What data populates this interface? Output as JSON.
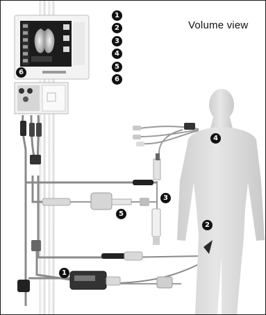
{
  "title": "Volume view",
  "legend_numbers": [
    "1",
    "2",
    "3",
    "4",
    "5",
    "6"
  ],
  "callouts": {
    "c1": "1",
    "c2": "2",
    "c3": "3",
    "c4": "4",
    "c5": "5",
    "c6": "6"
  },
  "colors": {
    "badge": "#111111",
    "body": "#dcdcdc",
    "cable": "#8a8a8a",
    "monitor_screen": "#1c1c1c"
  }
}
